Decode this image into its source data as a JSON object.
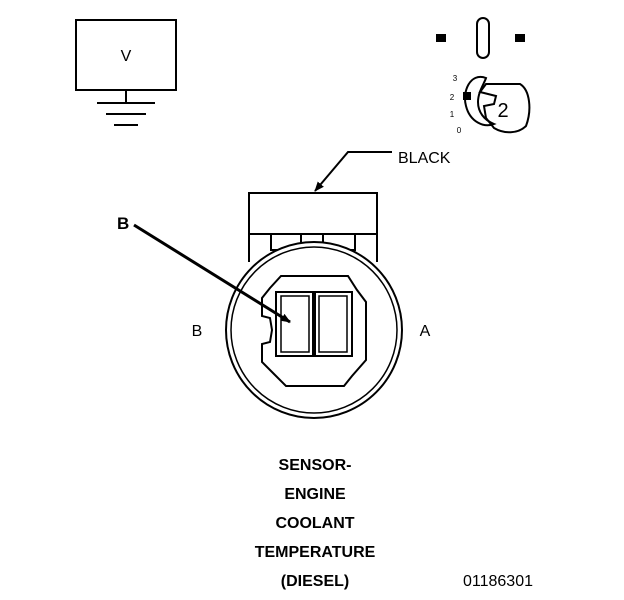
{
  "meter": {
    "symbol": "V"
  },
  "selector": {
    "positions": [
      "3",
      "2",
      "1",
      "0"
    ],
    "selected": "2"
  },
  "connector": {
    "color_callout": "BLACK",
    "terminal_callout": "B",
    "side_labels": {
      "left": "B",
      "right": "A"
    }
  },
  "caption": {
    "lines": [
      "SENSOR-",
      "ENGINE",
      "COOLANT",
      "TEMPERATURE",
      "(DIESEL)"
    ]
  },
  "figure_id": "01186301"
}
